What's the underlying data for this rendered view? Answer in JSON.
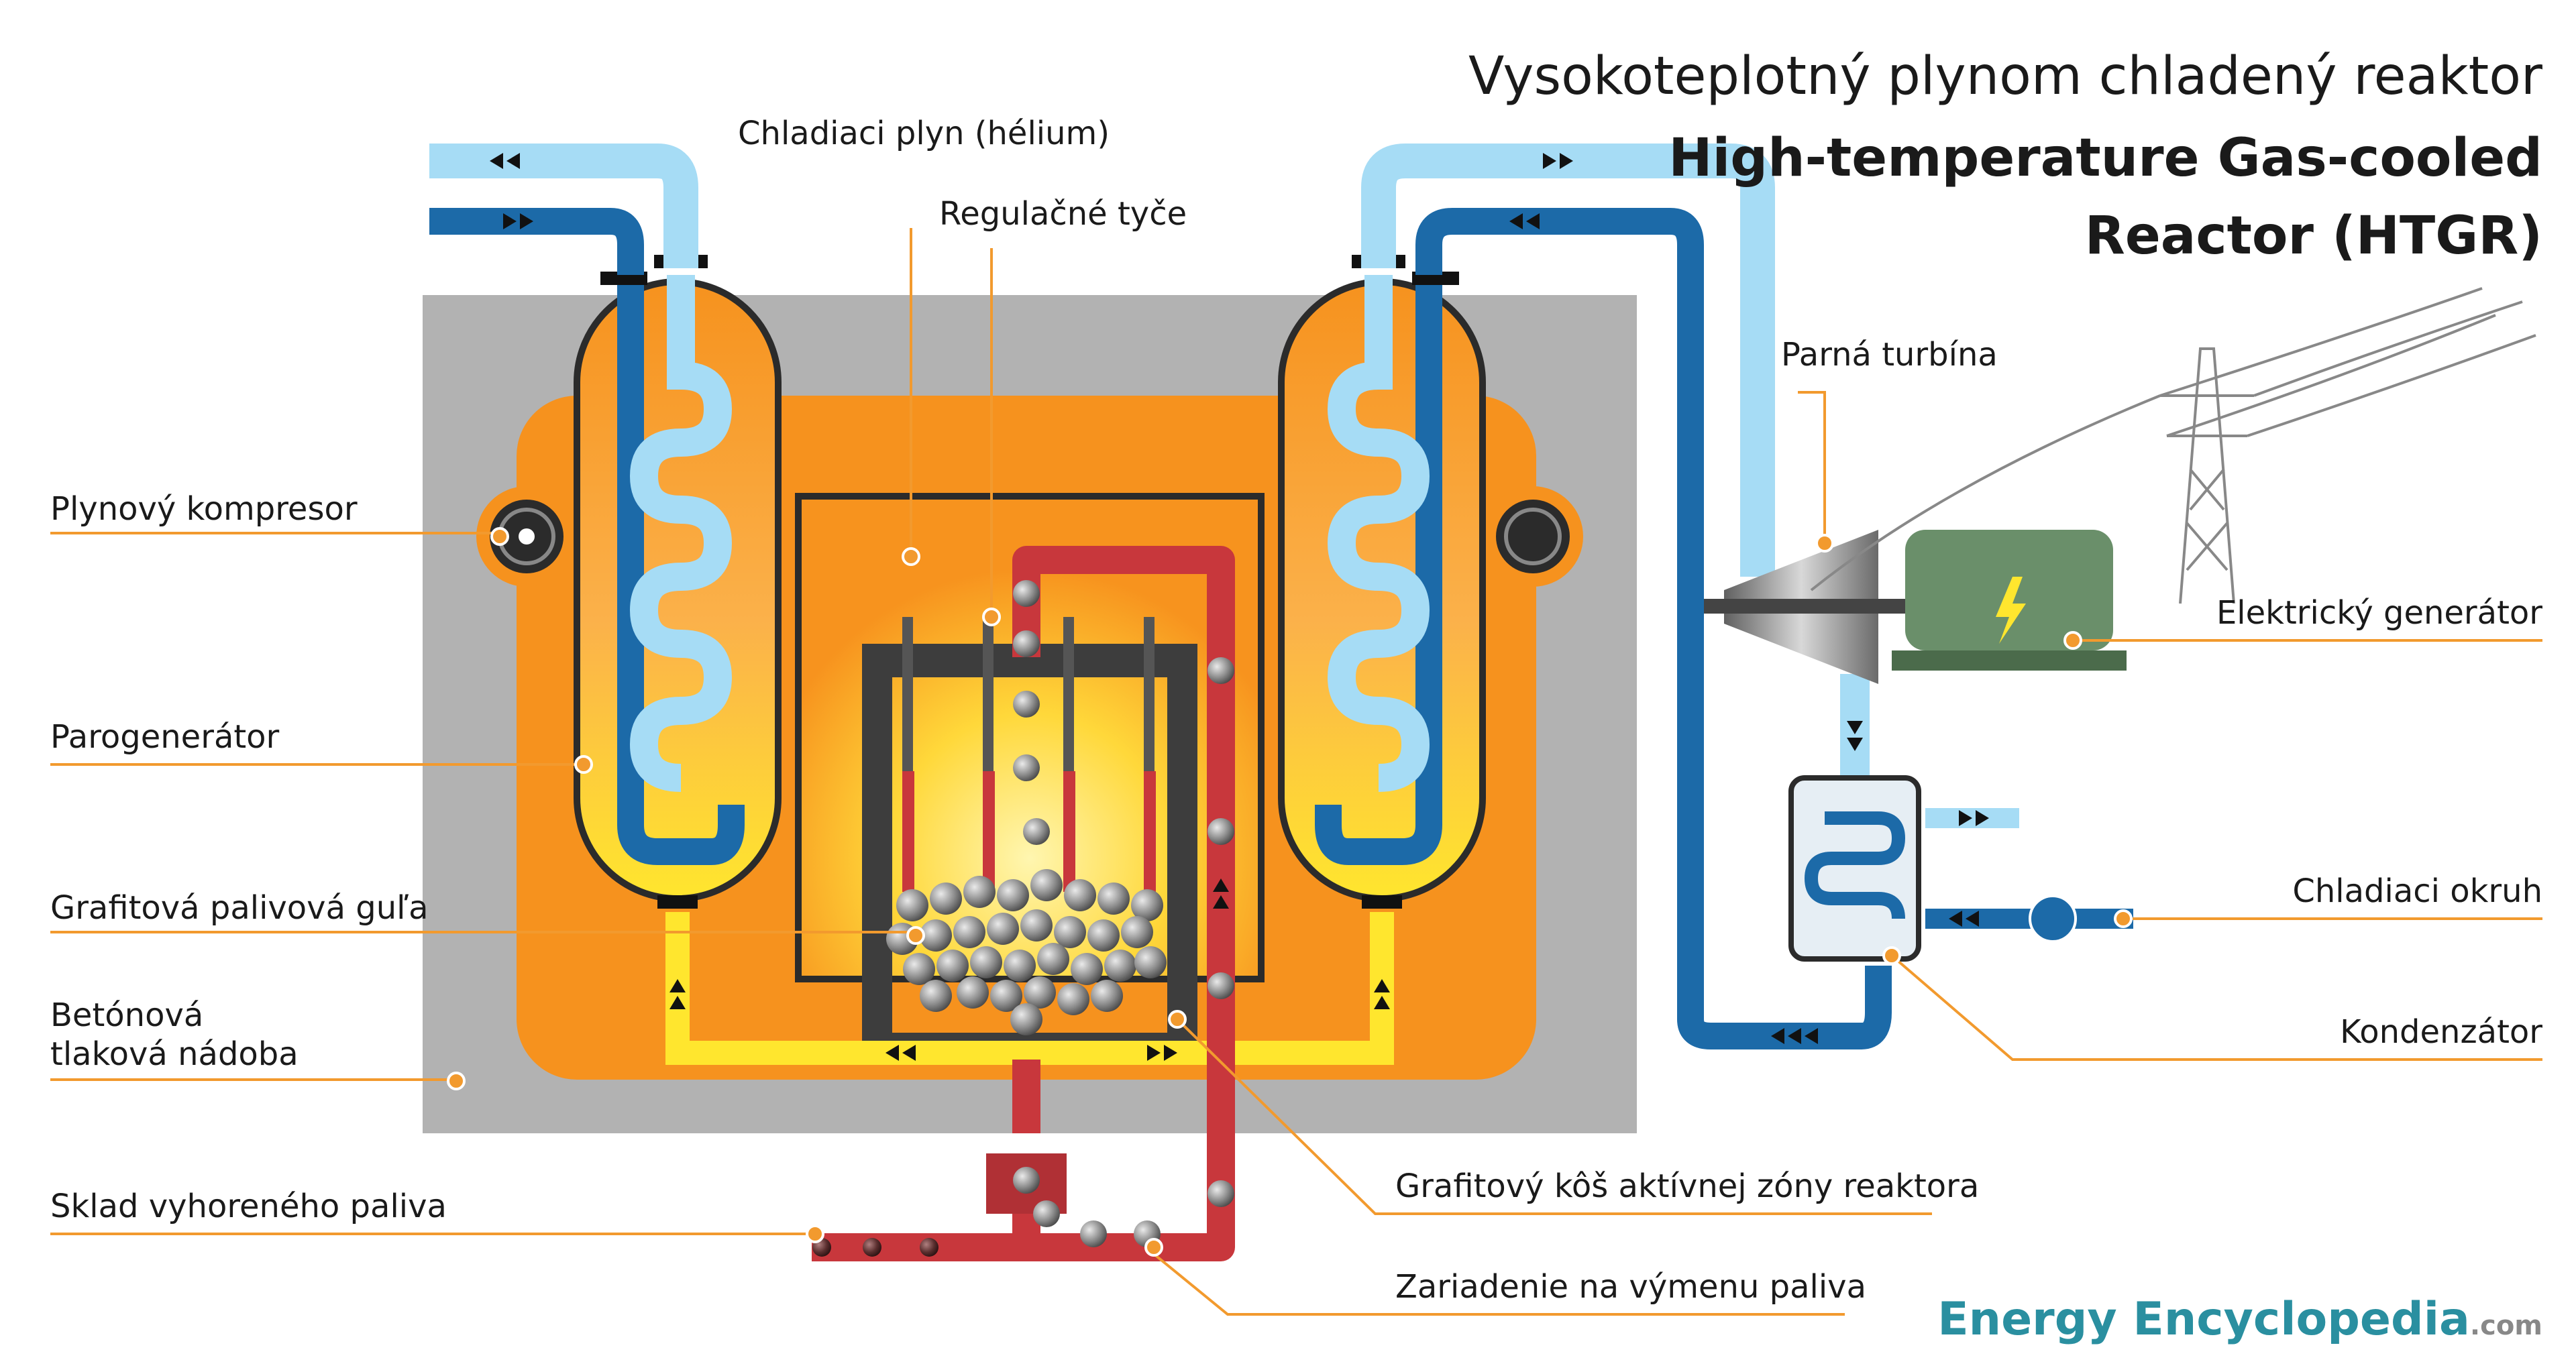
{
  "title": {
    "line1": "Vysokoteplotný plynom chladený reaktor",
    "line2": "High-temperature Gas-cooled",
    "line3": "Reactor  (HTGR)"
  },
  "labels": {
    "coolant_gas": "Chladiaci plyn (hélium)",
    "control_rods": "Regulačné tyče",
    "steam_turbine": "Parná turbína",
    "gas_compressor": "Plynový kompresor",
    "steam_generator": "Parogenerátor",
    "fuel_pebble": "Grafitová palivová guľa",
    "pressure_vessel_1": "Betónová",
    "pressure_vessel_2": "tlaková nádoba",
    "spent_fuel_storage": "Sklad vyhoreného paliva",
    "electric_generator": "Elektrický generátor",
    "cooling_circuit": "Chladiaci okruh",
    "condenser": "Kondenzátor",
    "graphite_core_basket": "Grafitový kôš aktívnej zóny reaktora",
    "fuel_handling": "Zariadenie na výmenu paliva"
  },
  "brand": {
    "part1": "Energy",
    "part2": "Encyclopedia",
    "suffix": ".com"
  },
  "colors": {
    "concrete": "#b2b2b2",
    "hot_gas": "#f7931e",
    "coolant_yellow": "#ffe62e",
    "steam_light_blue": "#a6dcf5",
    "water_dark_blue": "#1c6aa8",
    "fuel_red": "#c8373c",
    "generator_green": "#6a8f6a",
    "brand_teal": "#2a8fa0"
  }
}
